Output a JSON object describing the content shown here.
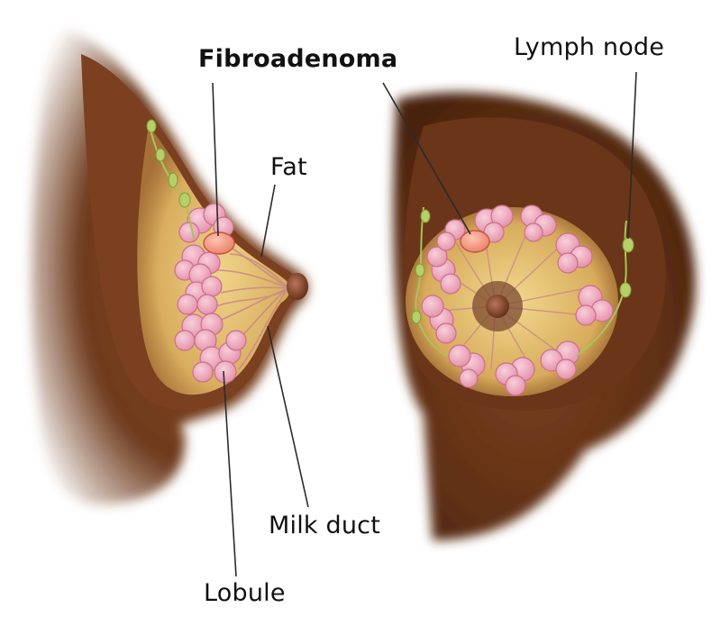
{
  "diagram": {
    "labels": {
      "fibroadenoma": "Fibroadenoma",
      "lymph_node": "Lymph node",
      "fat": "Fat",
      "milk_duct": "Milk duct",
      "lobule": "Lobule"
    },
    "colors": {
      "skin": "#6e3a1c",
      "skin_shadow": "#3d1a08",
      "fat": "#e7c77a",
      "lobule": "#efa3b8",
      "lobule_edge": "#c9708c",
      "fibroadenoma": "#f09a86",
      "lymph": "#a9c35a",
      "leader_line": "#2b2b2b"
    }
  }
}
